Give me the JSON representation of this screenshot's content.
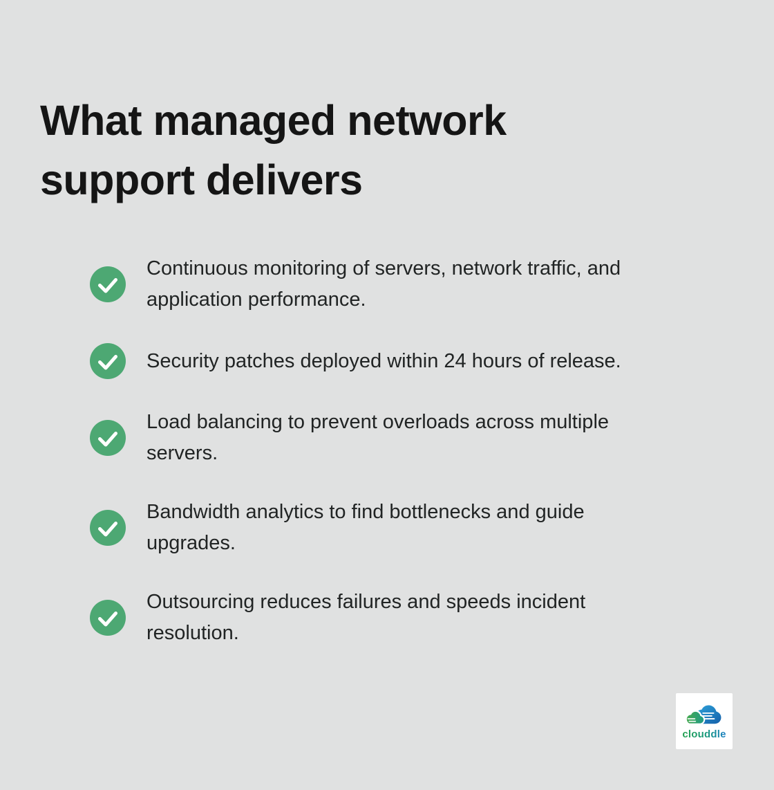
{
  "page": {
    "background_color": "#e0e1e1",
    "title": "What managed network support delivers",
    "title_line1": "What managed network",
    "title_line2": "support delivers"
  },
  "checklist": {
    "check_icon": "check-circle-icon",
    "check_circle_color": "#4da873",
    "check_mark_color": "#ffffff",
    "items": [
      {
        "text": "Continuous monitoring of servers, network traffic, and application performance.",
        "lines": [
          "Continuous monitoring of servers, network traffic, and",
          "application performance."
        ]
      },
      {
        "text": "Security patches deployed within 24 hours of release.",
        "lines": [
          "Security patches deployed within 24 hours of release."
        ]
      },
      {
        "text": "Load balancing to prevent overloads across multiple servers.",
        "lines": [
          "Load balancing to prevent overloads across multiple",
          "servers."
        ]
      },
      {
        "text": "Bandwidth analytics to find bottlenecks and guide upgrades.",
        "lines": [
          "Bandwidth analytics to find bottlenecks and guide",
          "upgrades."
        ]
      },
      {
        "text": "Outsourcing reduces failures and speeds incident resolution.",
        "lines": [
          "Outsourcing reduces failures and speeds incident",
          "resolution."
        ]
      }
    ]
  },
  "logo": {
    "wordmark": "clouddle",
    "icon": "cloud-logo-icon",
    "green_color": "#23a14f",
    "blue_color": "#1b7fc6"
  }
}
